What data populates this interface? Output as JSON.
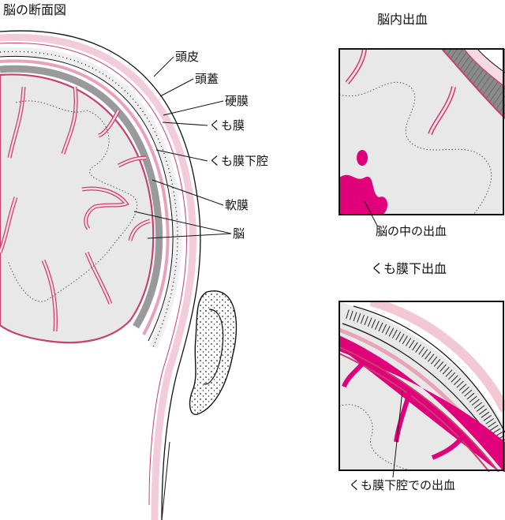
{
  "title": "脳の断面図",
  "labels": {
    "scalp": "頭皮",
    "skull": "頭蓋",
    "dura": "硬膜",
    "arachnoid": "くも膜",
    "subarachnoid": "くも膜下腔",
    "pia": "軟膜",
    "brain": "脳"
  },
  "panels": {
    "intracerebral": {
      "title": "脳内出血",
      "caption": "脳の中の出血"
    },
    "subarachnoid_hemorrhage": {
      "title": "くも膜下出血",
      "caption": "くも膜下腔での出血"
    }
  },
  "colors": {
    "pink_light": "#f6d9e2",
    "pink_mid": "#e8a3b8",
    "pink_line": "#c8406e",
    "hemorrhage": "#e0007a",
    "brain_fill": "#e8e8e8",
    "gray_space": "#9a9a9a",
    "outline": "#111111"
  }
}
